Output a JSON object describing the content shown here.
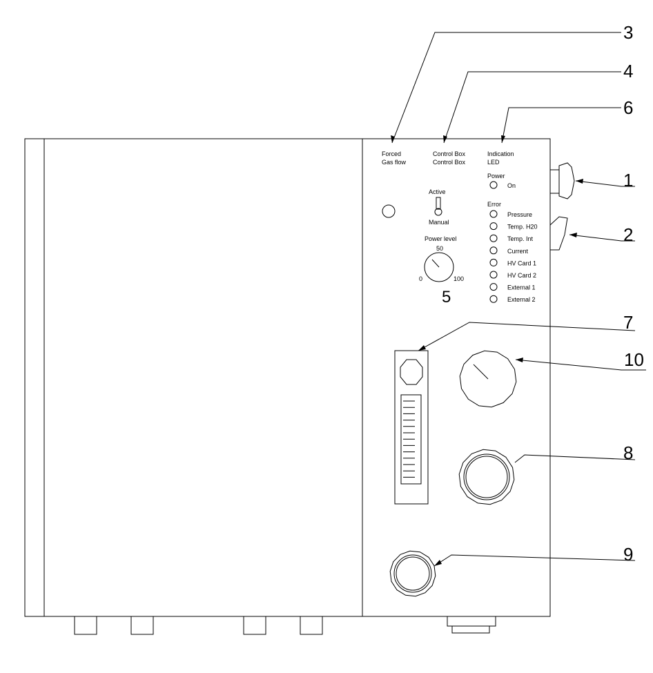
{
  "panel": {
    "forced_gas_flow_line1": "Forced",
    "forced_gas_flow_line2": "Gas flow",
    "control_box_line1": "Control Box",
    "control_box_line2": "Control Box",
    "indication_line1": "Indication",
    "indication_line2": "LED",
    "switch_top_label": "Active",
    "switch_bottom_label": "Manual",
    "power_level_label": "Power level",
    "dial_min": "0",
    "dial_mid": "50",
    "dial_max": "100",
    "power_heading": "Power",
    "power_on_label": "On",
    "error_heading": "Error",
    "error_leds": [
      "Pressure",
      "Temp. H20",
      "Temp. Int",
      "Current",
      "HV Card 1",
      "HV Card 2",
      "External 1",
      "External 2"
    ]
  },
  "callouts": {
    "c1": "1",
    "c2": "2",
    "c3": "3",
    "c4": "4",
    "c5": "5",
    "c6": "6",
    "c7": "7",
    "c8": "8",
    "c9": "9",
    "c10": "10"
  }
}
